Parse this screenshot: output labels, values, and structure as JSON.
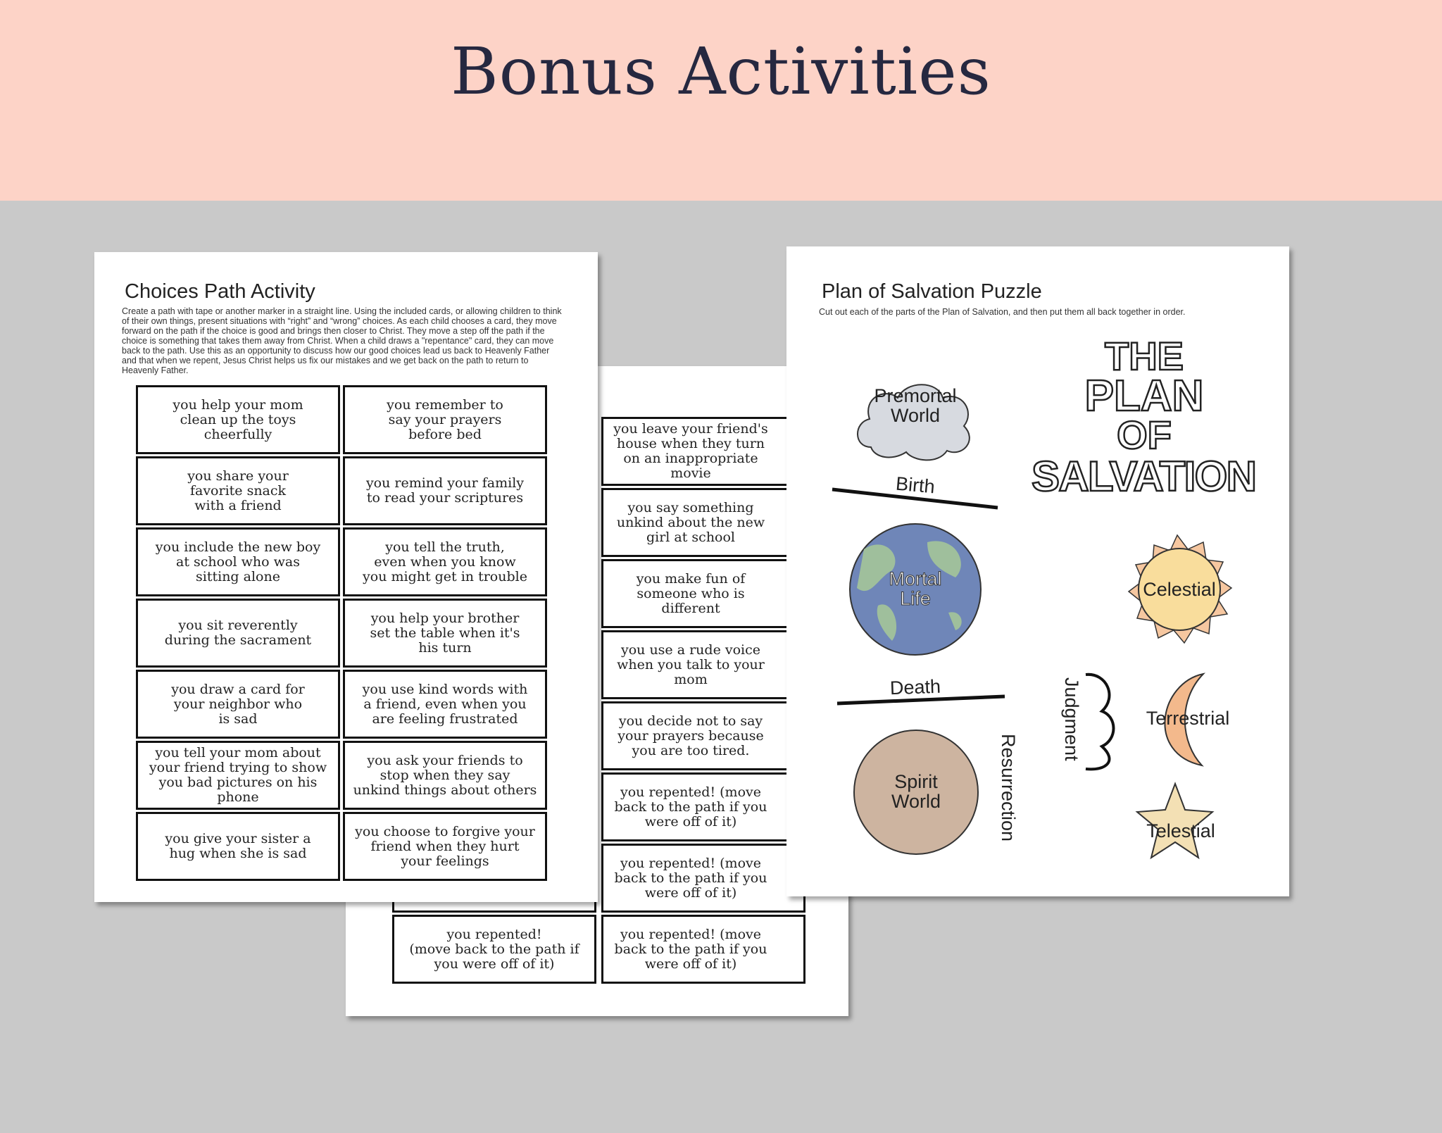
{
  "header": {
    "title": "Bonus Activities"
  },
  "choices_page": {
    "title": "Choices Path Activity",
    "description": "Create a path with tape or another marker in a straight line. Using the included cards, or allowing children to think of their own things, present situations with “right” and “wrong” choices. As each child chooses a card, they move forward on the path if the choice is good and brings then closer to Christ. They move a step off the path if the choice is something that takes them away from Christ. When a child draws a \"repentance\" card, they can move back to the path. Use this as an opportunity to discuss how our good choices lead us back to Heavenly Father and that  when we repent, Jesus Christ helps us fix our mistakes and we get back on the path to return to Heavenly Father.",
    "cards": [
      "you help your mom\nclean up the toys\ncheerfully",
      "you remember to\nsay your prayers\nbefore bed",
      "you share your\nfavorite snack\nwith a friend",
      "you remind your family\nto read your scriptures",
      "you include the new boy\nat school who was\nsitting alone",
      "you tell the truth,\neven when you know\nyou might get in trouble",
      "you sit reverently\nduring the sacrament",
      "you help your brother\nset the table when it's\nhis turn",
      "you draw a card for\nyour neighbor who\nis sad",
      "you use kind words with\na friend, even when you\nare feeling frustrated",
      "you tell your mom about\nyour friend trying to show\nyou bad pictures on his phone",
      "you ask your friends to\nstop when they say\nunkind things about others",
      "you give your sister a\nhug when she is sad",
      "you choose to forgive your\nfriend when they hurt\nyour feelings"
    ]
  },
  "back_page": {
    "cards": [
      "you leave your friend's house\nwhen they turn on an\ninappropriate movie",
      "you say something unkind\nabout the new girl at school",
      "you make fun of someone\nwho is different",
      "you use a rude voice\nwhen you talk to your mom",
      "you decide not to say your\nprayers because you are\ntoo tired.",
      "you repented!\n(move back to the path if\nyou were off of it)",
      "you repented!\n(move back to the path if\nyou were off of it)",
      "you repented!\n(move back to the path if\nyou were off of it)"
    ],
    "left_bottom_card": "you repented!\n(move back to the path if\nyou were off of it)"
  },
  "salvation_page": {
    "title": "Plan of Salvation Puzzle",
    "subtitle": "Cut out each of the parts of the Plan of Salvation, and then put them all back together in order.",
    "logo_text": "THE PLAN OF SALVATION",
    "premortal": "Premortal\nWorld",
    "birth": "Birth",
    "mortal": "Mortal\nLife",
    "death": "Death",
    "spirit": "Spirit\nWorld",
    "celestial": "Celestial",
    "terrestrial": "Terrestrial",
    "telestial": "Telestial",
    "judgment": "Judgment",
    "resurrection": "Resurrection"
  }
}
